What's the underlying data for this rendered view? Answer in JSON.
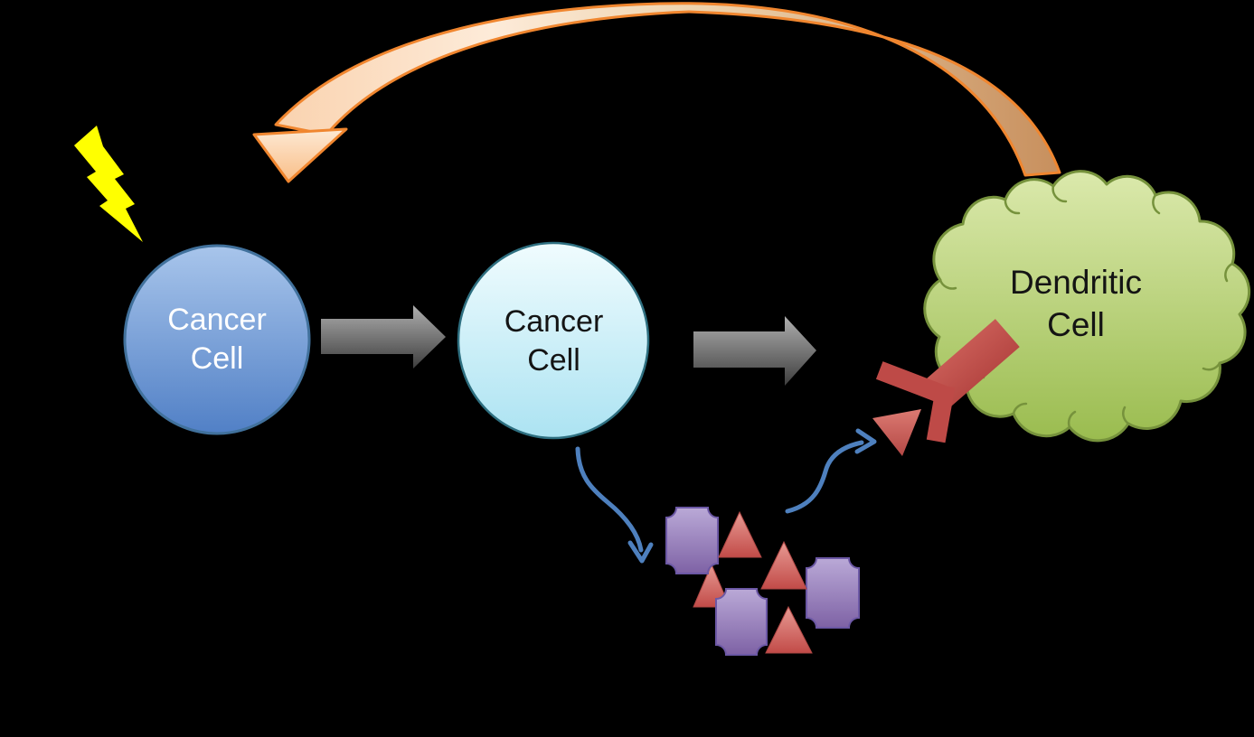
{
  "title": "Cancer cell to dendritic cell antigen presentation diagram",
  "background_color": "#000000",
  "nodes": {
    "cancer_cell_1": {
      "label": "Cancer\nCell",
      "shape": "circle",
      "fill_top": "#A8C5EB",
      "fill_bottom": "#5180C6",
      "border_color": "#41719C",
      "text_color": "#FFFFFF"
    },
    "cancer_cell_2": {
      "label": "Cancer\nCell",
      "shape": "circle",
      "fill_top": "#F0FCFE",
      "fill_bottom": "#ACE3F2",
      "border_color": "#2E6F80",
      "text_color": "#141414"
    },
    "dendritic_cell": {
      "label": "Dendritic\nCell",
      "shape": "cloud",
      "fill_top": "#DBE9AC",
      "fill_bottom": "#9ABC4F",
      "border_color": "#76923C",
      "text_color": "#141414"
    }
  },
  "icons": {
    "lightning_bolt": {
      "meaning": "radiation / damage strike on cancer cell",
      "color": "#FFFF00"
    },
    "progression_arrows": {
      "count": 2,
      "direction": "right",
      "color_top": "#AFAFAF",
      "color_bottom": "#3E3E3E"
    },
    "feedback_arc_arrow": {
      "direction": "from dendritic cell back to left",
      "fill_light": "#FDEBD9",
      "fill_dark": "#C78F5D",
      "stroke": "#F0862F"
    },
    "release_connector_arrow": {
      "from": "cancer_cell_2",
      "to": "antigen cluster",
      "color": "#4E80BE"
    },
    "uptake_connector_arrow": {
      "from": "antigen cluster",
      "to": "dendritic cell receptor",
      "color": "#4E80BE"
    },
    "receptor_x": {
      "meaning": "receptor at dendritic cell surface",
      "color": "#BE4A47"
    },
    "antigen_triangle_presented": {
      "count": 1,
      "fill_top": "#DC7A72",
      "fill_bottom": "#B44845"
    },
    "antigen_triangles": {
      "count": 4,
      "fill_top": "#E79A93",
      "fill_bottom": "#C24B48"
    },
    "antigen_plaques": {
      "count": 3,
      "fill_top": "#BAA9D7",
      "fill_bottom": "#7E62A5",
      "border": "#6C58A5"
    }
  }
}
